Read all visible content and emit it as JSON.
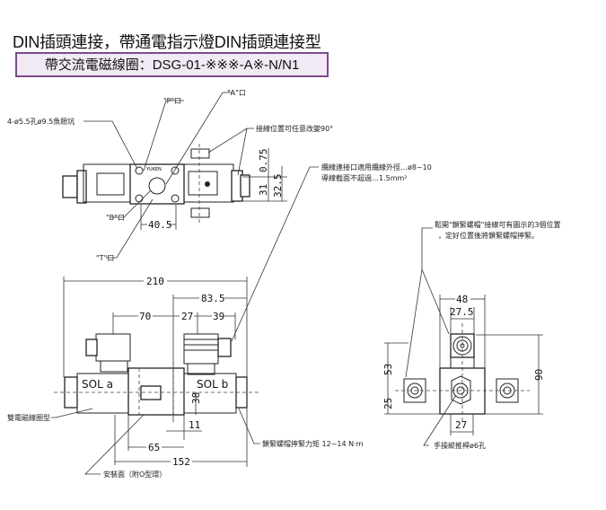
{
  "header": {
    "title": "DIN插頭連接，帶通電指示燈DIN插頭連接型",
    "model": "帶交流電磁線圈：DSG-01-※※※-A※-N/N1"
  },
  "top_view": {
    "port_p": "\"P\"口",
    "port_a": "\"A\"口",
    "port_b": "\"B\"口",
    "port_t": "\"T\"口",
    "mount_holes": "4-ø5.5孔ø9.5魚眼坑",
    "wiring_note": "接線位置可任意改變90°",
    "dim_40_5": "40.5",
    "dim_0_75": "0.75",
    "dim_31": "31",
    "dim_32_5": "32.5",
    "brand": "YUKEN"
  },
  "cable_note": {
    "line1": "纜線連接口適用纜線外徑…ø8~10",
    "line2": "導線截面不超過…1.5mm²"
  },
  "front_view": {
    "dim_210": "210",
    "dim_83_5": "83.5",
    "dim_70": "70",
    "dim_27": "27",
    "dim_39": "39",
    "dim_38": "38",
    "dim_11": "11",
    "dim_65": "65",
    "dim_152": "152",
    "sol_a": "SOL a",
    "sol_b": "SOL b",
    "double_solenoid": "雙電磁線圈型",
    "mount_face": "安裝面（附O型環）",
    "torque": "鎖緊螺帽擰緊力矩 12~14 N·m"
  },
  "side_view": {
    "note_line1": "鬆開\"鎖緊螺帽\"接線可有圖示的3個位置",
    "note_line2": "，定好位置後將鎖緊螺帽擰緊。",
    "dim_48": "48",
    "dim_27_5": "27.5",
    "dim_53": "53",
    "dim_25": "25",
    "dim_90": "90",
    "dim_27": "27",
    "manual_pin": "手操縱推桿ø6孔"
  }
}
